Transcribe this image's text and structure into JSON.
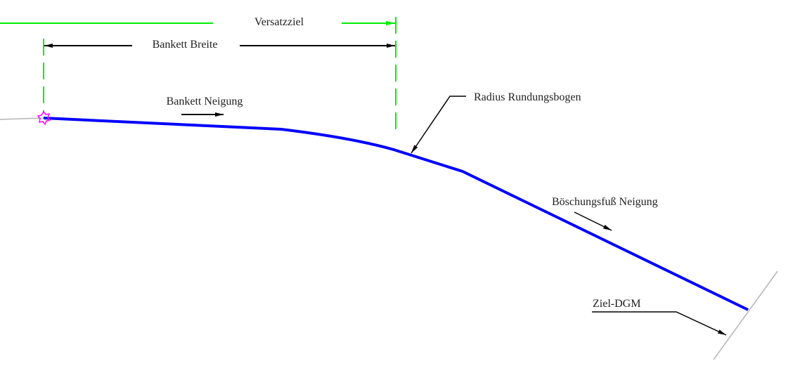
{
  "labels": {
    "versatzziel": "Versatzziel",
    "bankett_breite": "Bankett Breite",
    "bankett_neigung": "Bankett Neigung",
    "radius": "Radius Rundungsbogen",
    "boeschungsfuss": "Böschungsfuß Neigung",
    "ziel_dgm": "Ziel-DGM"
  },
  "colors": {
    "profile": "#0000ff",
    "offset": "#00ee00",
    "dimension": "#000000",
    "surface": "#b4b4b4",
    "marker": "#ff00ff"
  }
}
